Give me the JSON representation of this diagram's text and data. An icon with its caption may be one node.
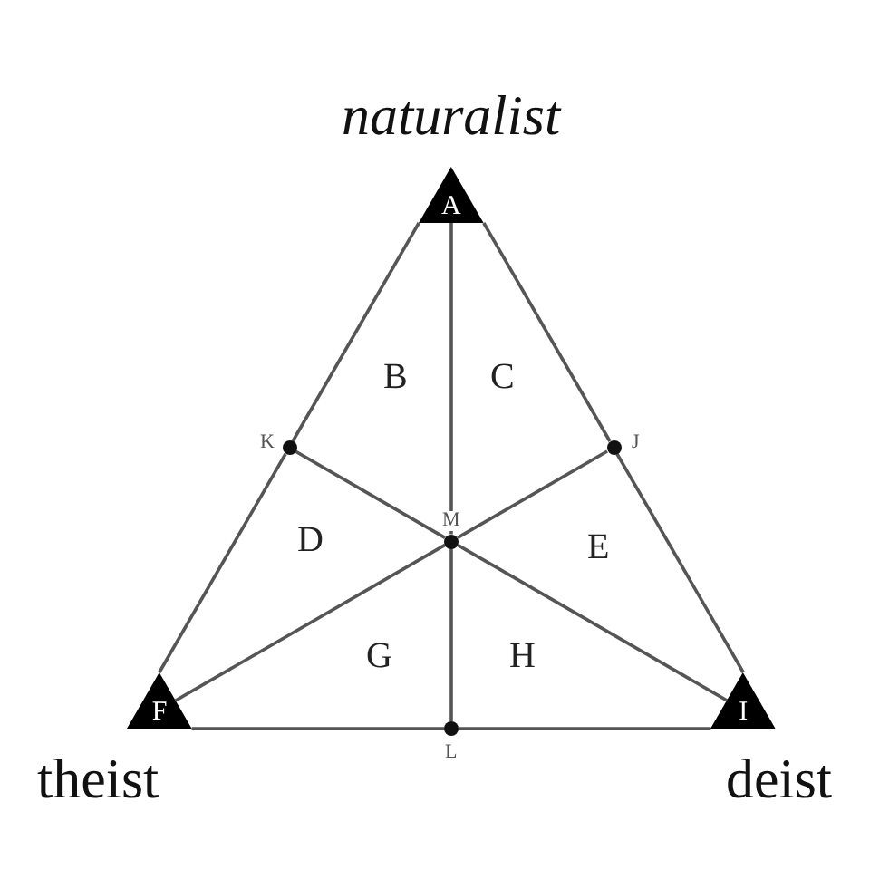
{
  "diagram": {
    "nodes": [
      {
        "text": [
          "A"
        ],
        "beside": [
          "naturalist"
        ]
      },
      {
        "text": [],
        "shape": "circle",
        "beside": [
          "K"
        ]
      },
      {
        "text": [],
        "shape": "circle",
        "beside": [
          "J"
        ]
      },
      {
        "text": [],
        "shape": "circle",
        "beside": [
          "M"
        ]
      },
      {
        "text": [
          "F"
        ],
        "beside": [
          "theist"
        ]
      },
      {
        "text": [],
        "shape": "circle",
        "beside": [
          "L"
        ]
      },
      {
        "text": [
          "I"
        ],
        "beside": [
          "deist"
        ]
      }
    ],
    "edges": [
      {
        "from": 0,
        "to": 1,
        "arrow": "none"
      },
      {
        "from": 1,
        "to": 4,
        "arrow": "none"
      },
      {
        "from": 0,
        "to": 2,
        "arrow": "none"
      },
      {
        "from": 2,
        "to": 6,
        "arrow": "none"
      },
      {
        "from": 4,
        "to": 5,
        "arrow": "none"
      },
      {
        "from": 5,
        "to": 6,
        "arrow": "none"
      },
      {
        "from": 0,
        "to": 3,
        "arrow": "none"
      },
      {
        "from": 3,
        "to": 5,
        "arrow": "none"
      },
      {
        "from": 1,
        "to": 3,
        "arrow": "none"
      },
      {
        "from": 3,
        "to": 6,
        "arrow": "none"
      },
      {
        "from": 2,
        "to": 3,
        "arrow": "none"
      },
      {
        "from": 3,
        "to": 4,
        "arrow": "none"
      }
    ],
    "labels": [
      "B",
      "C",
      "D",
      "E",
      "G",
      "H"
    ]
  }
}
